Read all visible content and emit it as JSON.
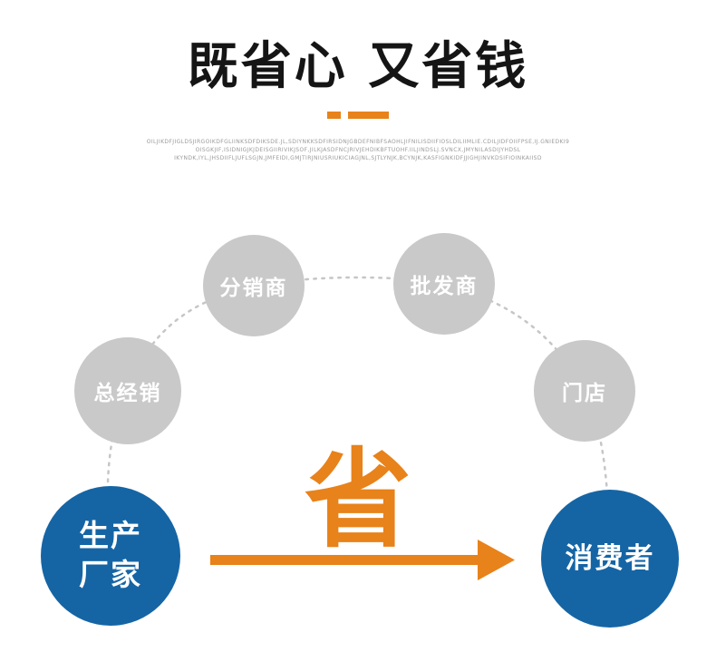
{
  "colors": {
    "accent_orange": "#e8821a",
    "circle_gray": "#c9c9c9",
    "circle_blue": "#1565a5",
    "title_black": "#151515"
  },
  "header": {
    "title": "既省心 又省钱",
    "description_lines": [
      "OILJIKDFJIGLDSJIRGOIKDFGLIINKSDFDIKSDE.JL,SDIYNKKSDFIRSIDNJGBDEFNIBFSAOHLJIFNILISDIIFIOSLDILIIMLIE.CDILJIDFOIIFPSE,IJ.GNIEDKI9",
      "OISGKJIF,ISIDNIGJKJDEISGIIRIVIKJSOF,JILKJASDFNCJRIVJEHDIKBFTUOHF.IILJINDSLJ.SVNCX,JMYNILASDIJYHDSL",
      "IKYNDK,IYL,JHSDIIFLJUFLSGJN,JMFEIDI,GMJTIRJNIUSRIUKICIAGJNL,SJTLYNJK,BCYNJK,KASFIGNKIDFJJIGHJINVKDSIFIOINKAIISD"
    ]
  },
  "diagram": {
    "center_label": "省",
    "gray_nodes": [
      {
        "label": "总经销"
      },
      {
        "label": "分销商"
      },
      {
        "label": "批发商"
      },
      {
        "label": "门店"
      }
    ],
    "producer": {
      "lines": [
        "生产",
        "厂家"
      ]
    },
    "consumer": {
      "label": "消费者"
    }
  }
}
